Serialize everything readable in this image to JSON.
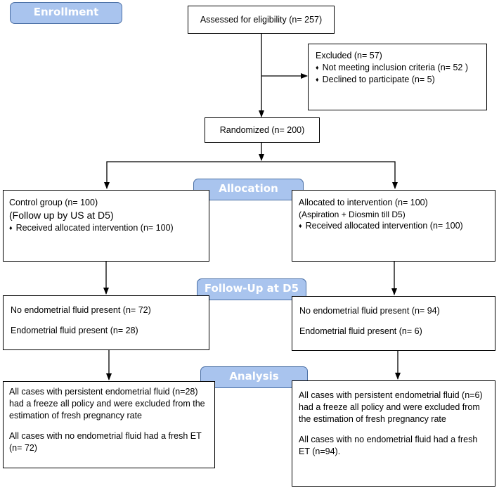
{
  "phases": {
    "enrollment": "Enrollment",
    "allocation": "Allocation",
    "followup": "Follow-Up at D5",
    "analysis": "Analysis"
  },
  "assessed": "Assessed for eligibility (n= 257)",
  "excluded": {
    "title": "Excluded (n= 57)",
    "items": [
      "Not meeting inclusion criteria (n= 52 )",
      "Declined to participate (n= 5)"
    ]
  },
  "randomized": "Randomized (n= 200)",
  "control": {
    "title": "Control group (n= 100)",
    "subtitle": "(Follow up by US at D5)",
    "received": "Received allocated intervention (n= 100)"
  },
  "intervention": {
    "title": "Allocated to intervention (n= 100)",
    "subtitle": "(Aspiration + Diosmin till D5)",
    "received": "Received allocated intervention (n= 100)"
  },
  "followup_control": {
    "no_fluid": "No endometrial fluid present (n= 72)",
    "fluid": "Endometrial fluid present (n= 28)"
  },
  "followup_intervention": {
    "no_fluid": "No endometrial fluid present (n= 94)",
    "fluid": "Endometrial fluid present (n= 6)"
  },
  "analysis_control": {
    "persistent": "All cases with persistent endometrial fluid (n=28) had a freeze all policy and were excluded from the estimation of fresh pregnancy rate",
    "no_fluid": "All cases with no endometrial fluid had a fresh ET (n= 72)"
  },
  "analysis_intervention": {
    "persistent": "All cases with persistent endometrial fluid (n=6) had a freeze all policy and were excluded from the estimation of fresh pregnancy rate",
    "no_fluid": "All cases with no endometrial fluid had a fresh ET (n=94)."
  }
}
